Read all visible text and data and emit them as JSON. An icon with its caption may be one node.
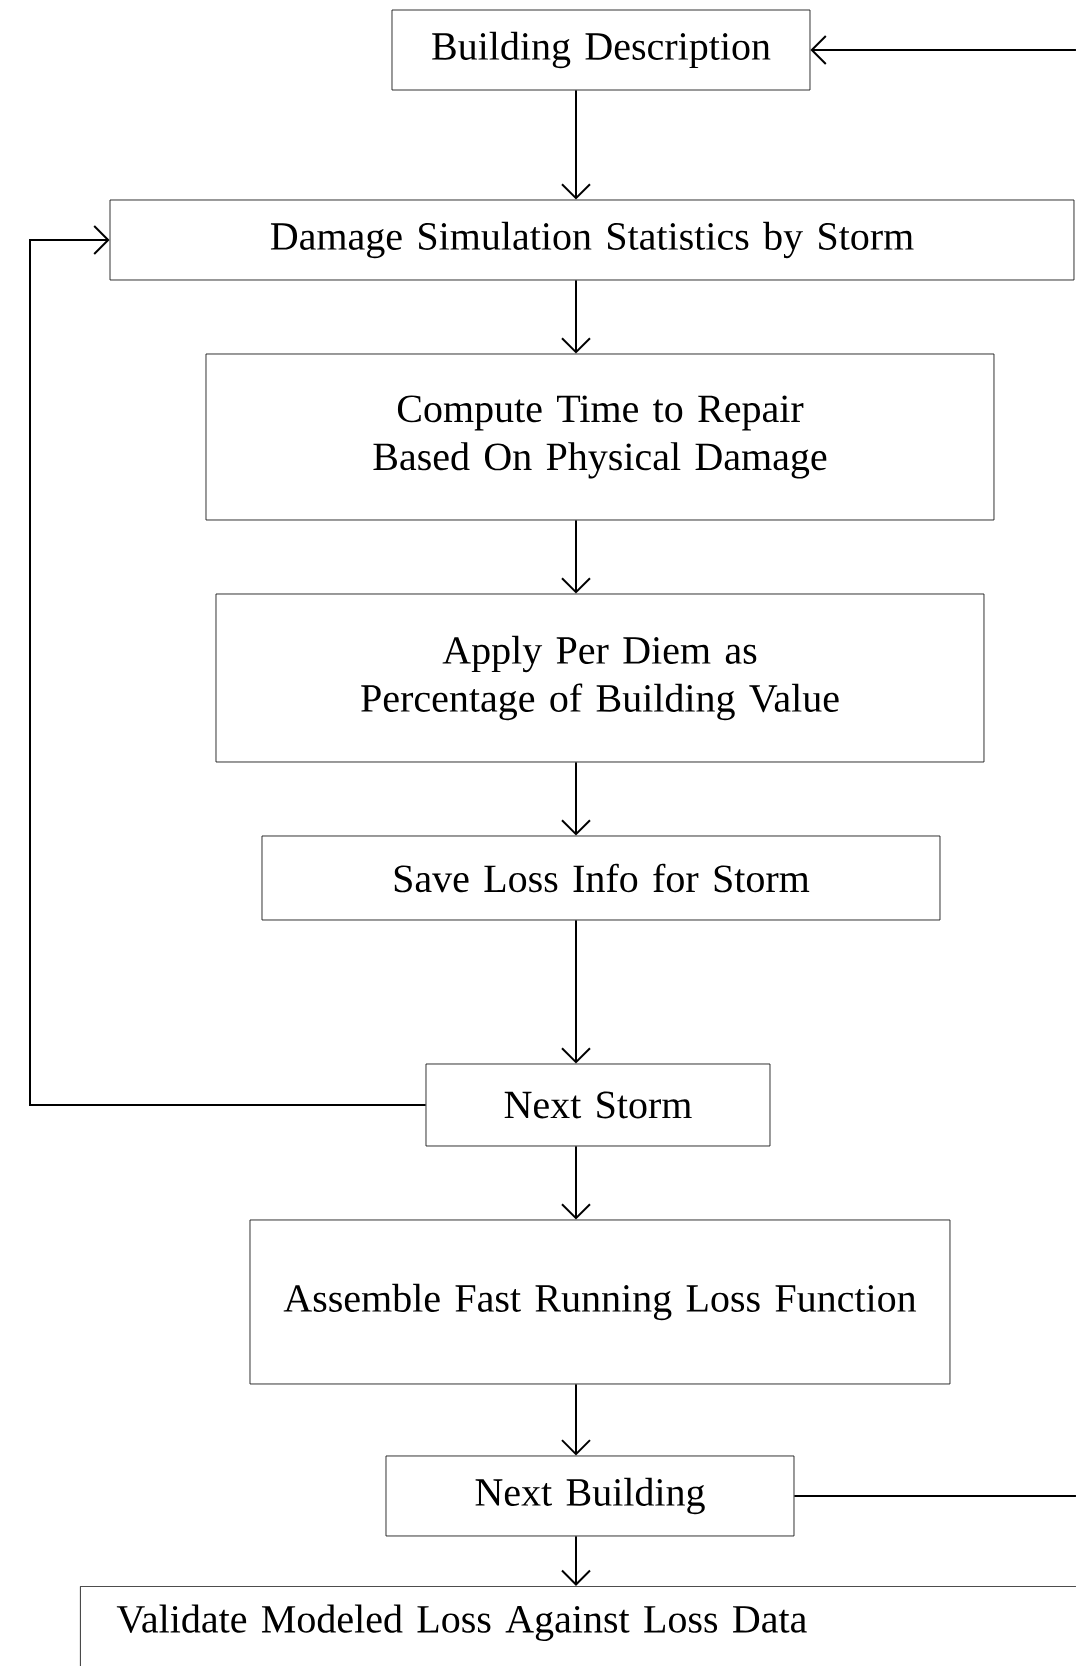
{
  "diagram": {
    "nodes": [
      {
        "text": [
          "Building Description"
        ]
      },
      {
        "text": [
          "Damage Simulation Statistics by Storm"
        ]
      },
      {
        "text": [
          "Compute Time to Repair Based On Physical Damage"
        ]
      },
      {
        "text": [
          "Apply Per Diem as Percentage of Building Value"
        ]
      },
      {
        "text": [
          "Save Loss Info for Storm"
        ]
      },
      {
        "text": [
          "Next Storm"
        ]
      },
      {
        "text": [
          "Assemble Fast Running Loss Function"
        ]
      },
      {
        "text": [
          "Next Building"
        ]
      },
      {
        "text": [
          "Validate Modeled Loss Against Loss Data"
        ]
      }
    ],
    "edges": [
      {
        "from": 0,
        "to": 1,
        "arrow": "to"
      },
      {
        "from": 1,
        "to": 2,
        "arrow": "to"
      },
      {
        "from": 2,
        "to": 3,
        "arrow": "to"
      },
      {
        "from": 3,
        "to": 4,
        "arrow": "to"
      },
      {
        "from": 4,
        "to": 5,
        "arrow": "to"
      },
      {
        "from": 5,
        "to": 6,
        "arrow": "to"
      },
      {
        "from": 6,
        "to": 7,
        "arrow": "to"
      },
      {
        "from": 7,
        "to": 8,
        "arrow": "to"
      },
      {
        "from": 5,
        "to": 1,
        "arrow": "to"
      },
      {
        "from": 7,
        "to": null,
        "arrow": "none"
      },
      {
        "from": null,
        "to": 0,
        "arrow": "to"
      }
    ]
  }
}
